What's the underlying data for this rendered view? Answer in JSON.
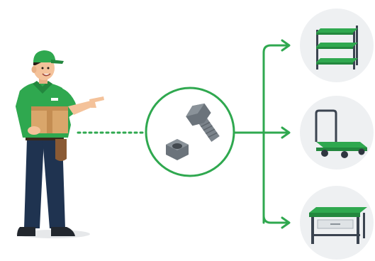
{
  "scene": {
    "subject": "warehouse-worker",
    "center_item": "bolt-and-nut",
    "destinations": [
      "shelving-unit",
      "platform-cart",
      "workbench"
    ]
  },
  "colors": {
    "brand_green": "#2fa84f",
    "dark_green": "#23873e",
    "navy": "#1f3350",
    "steel_gray": "#6b737b",
    "circle_bg": "#eef0f2",
    "box_tan": "#d9a66b",
    "skin": "#f4c29a"
  }
}
